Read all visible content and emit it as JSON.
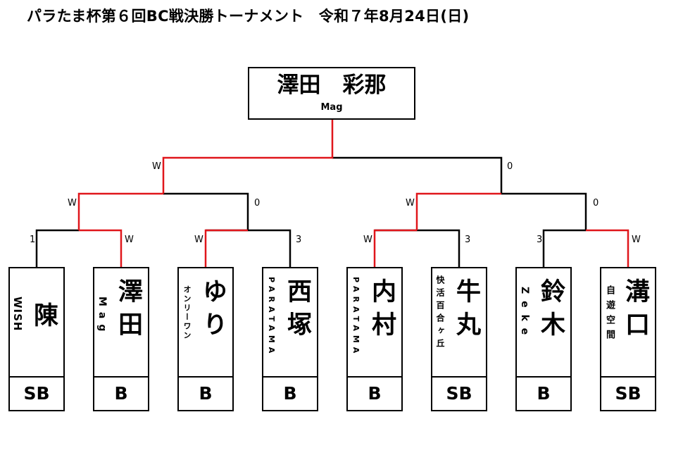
{
  "title": "パラたま杯第６回BC戦決勝トーナメント　令和７年8月24日(日)",
  "champion": {
    "name": "澤田　彩那",
    "team": "Mag"
  },
  "colors": {
    "winner_line": "#e0161b",
    "loser_line": "#000000",
    "border": "#000000"
  },
  "final": {
    "left_score": "W",
    "right_score": "0"
  },
  "semifinals": [
    {
      "left_score": "W",
      "right_score": "0"
    },
    {
      "left_score": "W",
      "right_score": "0"
    }
  ],
  "quarterfinals": [
    {
      "left_score": "1",
      "right_score": "W"
    },
    {
      "left_score": "W",
      "right_score": "3"
    },
    {
      "left_score": "W",
      "right_score": "3"
    },
    {
      "left_score": "3",
      "right_score": "W"
    }
  ],
  "players": [
    {
      "name": "陳",
      "team": "WISH",
      "class": "SB"
    },
    {
      "name": "澤田",
      "team": "Mag",
      "class": "B"
    },
    {
      "name": "ゆり",
      "team": "オンリーワン",
      "class": "B"
    },
    {
      "name": "西塚",
      "team": "PARATAMA",
      "class": "B"
    },
    {
      "name": "内村",
      "team": "PARATAMA",
      "class": "B"
    },
    {
      "name": "牛丸",
      "team": "快活百合ヶ丘",
      "class": "SB"
    },
    {
      "name": "鈴木",
      "team": "Zeke",
      "class": "B"
    },
    {
      "name": "溝口",
      "team": "自遊空間",
      "class": "SB"
    }
  ]
}
